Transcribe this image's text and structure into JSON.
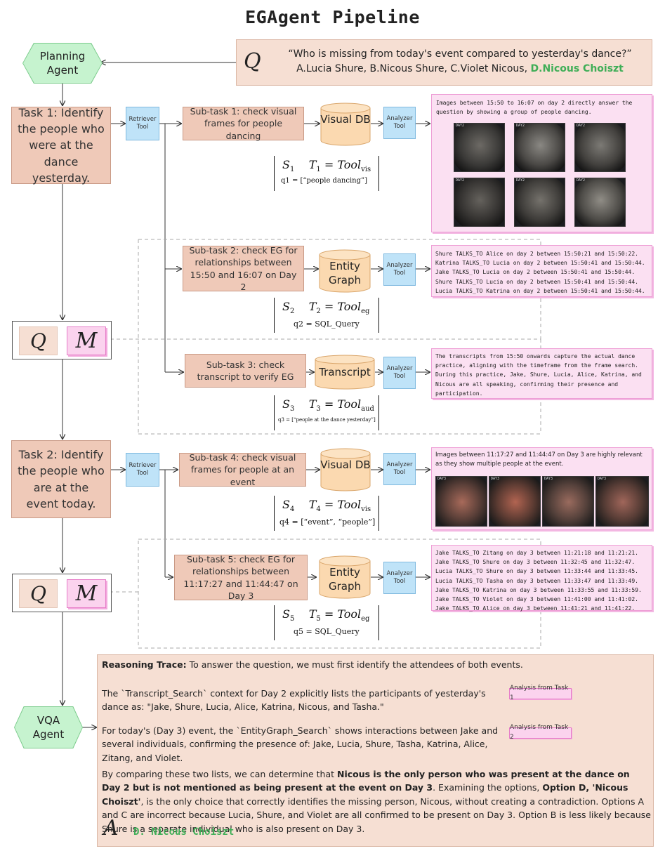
{
  "title": "EGAgent Pipeline",
  "planning_agent": "Planning\nAgent",
  "question": {
    "symbol": "Q",
    "text": "“Who is missing from today's event compared to yesterday's dance?”",
    "options_prefix": "A.Lucia Shure, B.Nicous Shure, C.Violet Nicous,",
    "option_correct": "D.Nicous Choiszt"
  },
  "tasks": [
    {
      "label": "Task 1: Identify the people who were at the dance yesterday."
    },
    {
      "label": "Task 2: Identify the people who are at the event today."
    }
  ],
  "retriever_tool": "Retriever Tool",
  "analyzer_tool": "Analyzer Tool",
  "subtasks": [
    {
      "label": "Sub-task 1: check visual frames for people dancing",
      "db": "Visual DB",
      "S": "S",
      "Ssub": "1",
      "T": "T",
      "Tsub": "1",
      "tool": "Tool",
      "toolsub": "vis",
      "q": "q1 = [“people dancing”]"
    },
    {
      "label": "Sub-task 2: check EG for relationships between  15:50 and 16:07 on Day 2",
      "db": "Entity Graph",
      "S": "S",
      "Ssub": "2",
      "T": "T",
      "Tsub": "2",
      "tool": "Tool",
      "toolsub": "eg",
      "q": "q2 = SQL_Query"
    },
    {
      "label": "Sub-task 3: check transcript to verify EG",
      "db": "Transcript",
      "S": "S",
      "Ssub": "3",
      "T": "T",
      "Tsub": "3",
      "tool": "Tool",
      "toolsub": "aud",
      "q": "q3 = [“people at the dance yesterday”]"
    },
    {
      "label": "Sub-task 4: check visual frames for people at an event",
      "db": "Visual DB",
      "S": "S",
      "Ssub": "4",
      "T": "T",
      "Tsub": "4",
      "tool": "Tool",
      "toolsub": "vis",
      "q": "q4 = [“event”, “people”]"
    },
    {
      "label": "Sub-task 5: check EG for relationships between 11:17:27 and 11:44:47 on Day 3",
      "db": "Entity Graph",
      "S": "S",
      "Ssub": "5",
      "T": "T",
      "Tsub": "5",
      "tool": "Tool",
      "toolsub": "eg",
      "q": "q5 = SQL_Query"
    }
  ],
  "results": {
    "r1": "Images between 15:50 to 16:07 on day 2 directly answer the question by showing a group of people dancing.",
    "r1_frames": [
      "DAY2",
      "DAY2",
      "DAY2",
      "DAY2",
      "DAY2",
      "DAY2"
    ],
    "r2": [
      "Shure TALKS_TO Alice on day 2 between 15:50:21 and 15:50:22.",
      "Katrina TALKS_TO Lucia on day 2 between 15:50:41 and 15:50:44.",
      "Jake  TALKS_TO Lucia on day 2 between 15:50:41 and 15:50:44.",
      "Shure TALKS_TO Lucia on day 2 between 15:50:41 and 15:50:44.",
      "Lucia  TALKS_TO Katrina on day 2 between 15:50:41 and 15:50:44."
    ],
    "r3": "The transcripts from 15:50 onwards capture the actual dance practice, aligning with the timeframe from the frame search. During this practice, Jake, Shure, Lucia, Alice, Katrina, and Nicous are all speaking, confirming their presence and participation.",
    "r4": "Images between 11:17:27 and 11:44:47 on Day 3 are highly relevant as they show multiple people at the event.",
    "r4_frames": [
      "DAY3",
      "DAY3",
      "DAY3",
      "DAY3"
    ],
    "r5": [
      "Jake TALKS_TO Zitang on day 3 between 11:21:18 and 11:21:21.",
      "Jake TALKS_TO Shure on day 3 between 11:32:45 and 11:32:47.",
      "Lucia TALKS_TO Shure on day 3 between 11:33:44 and 11:33:45.",
      "Lucia TALKS_TO Tasha on day 3 between 11:33:47 and 11:33:49.",
      "Jake TALKS_TO Katrina on day 3 between 11:33:55 and 11:33:59.",
      "Jake TALKS_TO Violet on day 3 between 11:41:00 and 11:41:02.",
      "Jake TALKS_TO Alice on day 3 between 11:41:21 and 11:41:22."
    ]
  },
  "memory": {
    "q": "Q",
    "m": "M"
  },
  "vqa_agent": "VQA\nAgent",
  "reasoning": {
    "heading": "Reasoning Trace:",
    "p1": " To answer the question, we must first identify the attendees of both events.",
    "p2": "The `Transcript_Search` context for Day 2 explicitly lists the participants of yesterday's dance as: \"Jake, Shure, Lucia, Alice, Katrina, Nicous, and Tasha.\"",
    "tag1": "Analysis from Task 1",
    "p3": "For today's (Day 3) event, the `EntityGraph_Search` shows interactions between Jake and several individuals, confirming the presence of: Jake, Lucia, Shure, Tasha, Katrina, Alice, Zitang, and Violet.",
    "tag2": "Analysis from Task 2",
    "p4a": "By comparing these two lists, we can determine that ",
    "p4b": "Nicous is the only person who was present at the dance on Day 2 but is not mentioned as being present at the event on Day 3",
    "p4c": ". Examining the options, ",
    "p4d": "Option D, 'Nicous Choiszt'",
    "p4e": ", is the only choice that correctly identifies the missing person, Nicous, without creating a contradiction. Options A and C are incorrect because Lucia, Shure, and Violet are all confirmed to be present on Day 3. Option B is less likely because Shure is a separate individual who is also present on Day 3.",
    "answer_symbol": "A",
    "answer": "D. Nicous Choiszt"
  },
  "colors": {
    "agent": "#c6f3cf",
    "task": "#efc9b8",
    "tool": "#bfe3f8",
    "db": "#fbd9b0",
    "result": "#fbe0f2",
    "correct": "#3fae57"
  }
}
